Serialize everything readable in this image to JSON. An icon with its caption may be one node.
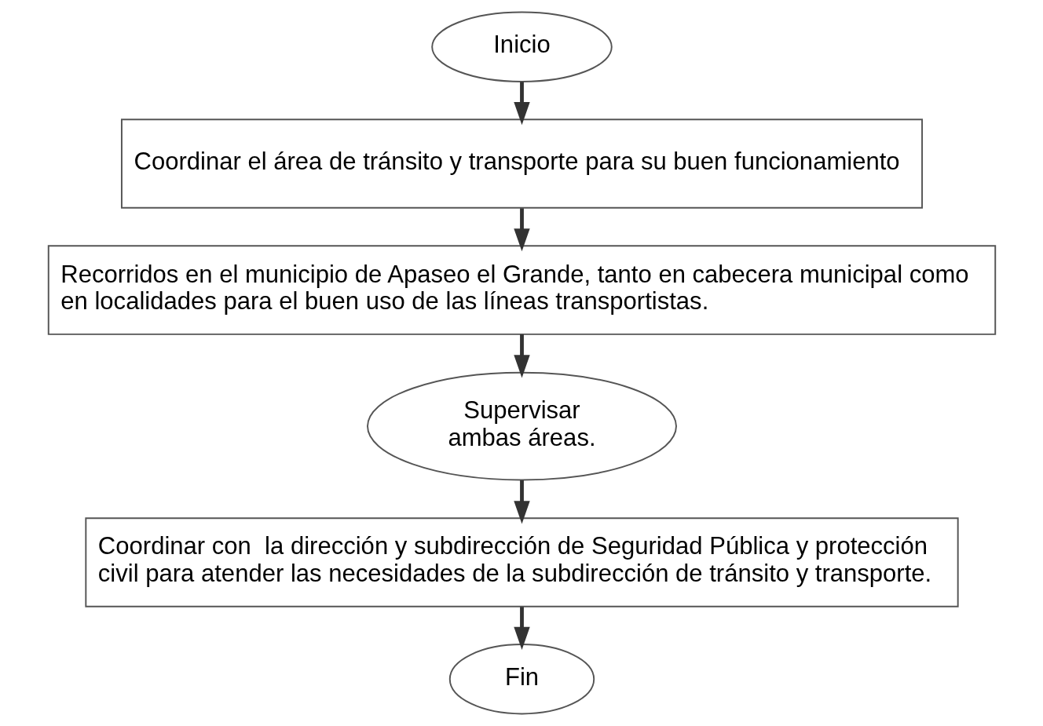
{
  "diagram": {
    "nodes": [
      {
        "text": [
          "Inicio"
        ]
      },
      {
        "text": [
          "Coordinar el área de tránsito y transporte para su buen funcionamiento"
        ]
      },
      {
        "text": [
          "Recorridos en el municipio de Apaseo el Grande, tanto en cabecera municipal como en localidades para el buen uso de las líneas transportistas."
        ]
      },
      {
        "text": [
          "Supervisar ambas áreas."
        ]
      },
      {
        "text": [
          "Coordinar con  la dirección y subdirección de Seguridad Pública y protección civil para atender las necesidades de la subdirección de tránsito y transporte."
        ]
      },
      {
        "text": [
          "Fin"
        ]
      }
    ],
    "edges": [
      {
        "from": 0,
        "to": 1,
        "arrow": "to"
      },
      {
        "from": 1,
        "to": 2,
        "arrow": "to"
      },
      {
        "from": 2,
        "to": 3,
        "arrow": "to"
      },
      {
        "from": 3,
        "to": 4,
        "arrow": "to"
      },
      {
        "from": 4,
        "to": 5,
        "arrow": "to"
      }
    ]
  }
}
